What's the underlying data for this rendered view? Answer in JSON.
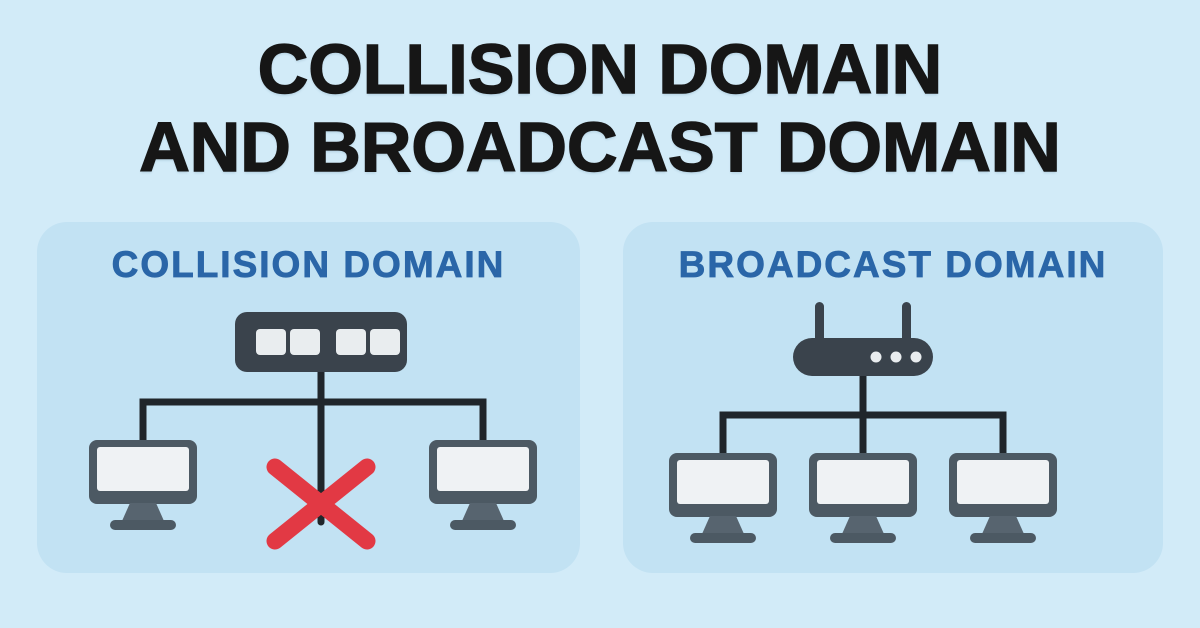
{
  "title": {
    "line1": "COLLISION DOMAIN",
    "line2": "AND BROADCAST DOMAIN"
  },
  "panels": {
    "collision": {
      "title": "COLLISION DOMAIN",
      "icons": [
        "hub-icon",
        "computer-icon",
        "computer-icon",
        "collision-x-icon"
      ],
      "computers": 2,
      "collision_marked": true
    },
    "broadcast": {
      "title": "BROADCAST DOMAIN",
      "icons": [
        "router-icon",
        "computer-icon",
        "computer-icon",
        "computer-icon"
      ],
      "computers": 3,
      "collision_marked": false
    }
  },
  "colors": {
    "background": "#d2ebf8",
    "panel": "#c2e2f3",
    "title": "#161616",
    "panel-title": "#2a66a8",
    "device": "#3a434c",
    "port": "#e9edef",
    "monitor-frame": "#4c5963",
    "monitor-screen": "#eff2f4",
    "monitor-stand": "#57646f",
    "line": "#20262b",
    "x-red": "#e23944"
  }
}
